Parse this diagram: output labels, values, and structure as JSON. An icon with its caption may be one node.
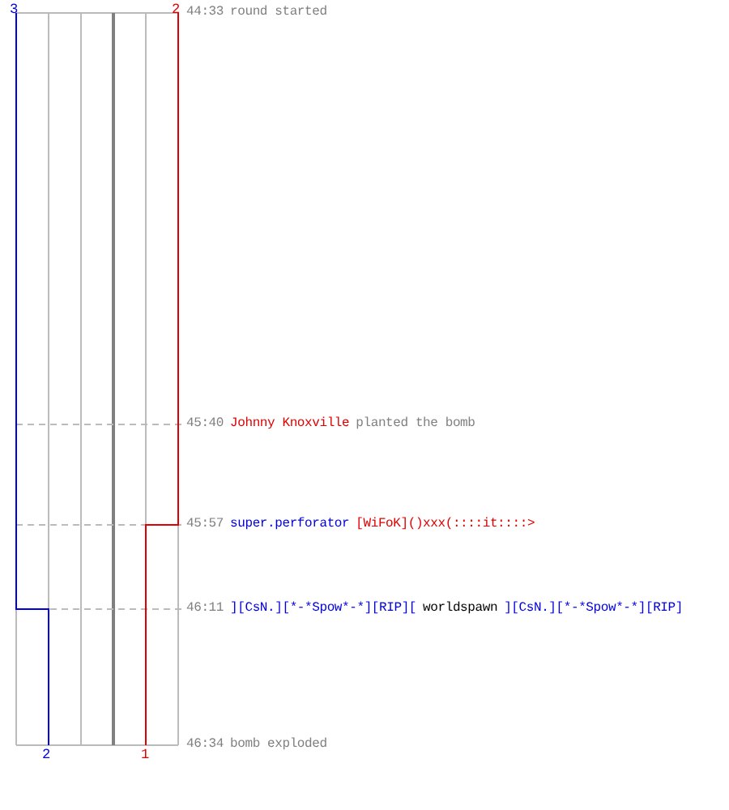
{
  "diagram": {
    "labels": [
      "3",
      "2",
      "44:33",
      "round started",
      "45:40",
      "Johnny Knoxville",
      "planted the bomb",
      "45:57",
      "super.perforator",
      "[WiFoK]()xxx(::::it::::>",
      "46:11",
      "][CsN.][*-*Spow*-*][RIP][",
      "worldspawn",
      "][CsN.][*-*Spow*-*][RIP]",
      "46:34",
      "bomb exploded",
      "2",
      "1"
    ]
  }
}
